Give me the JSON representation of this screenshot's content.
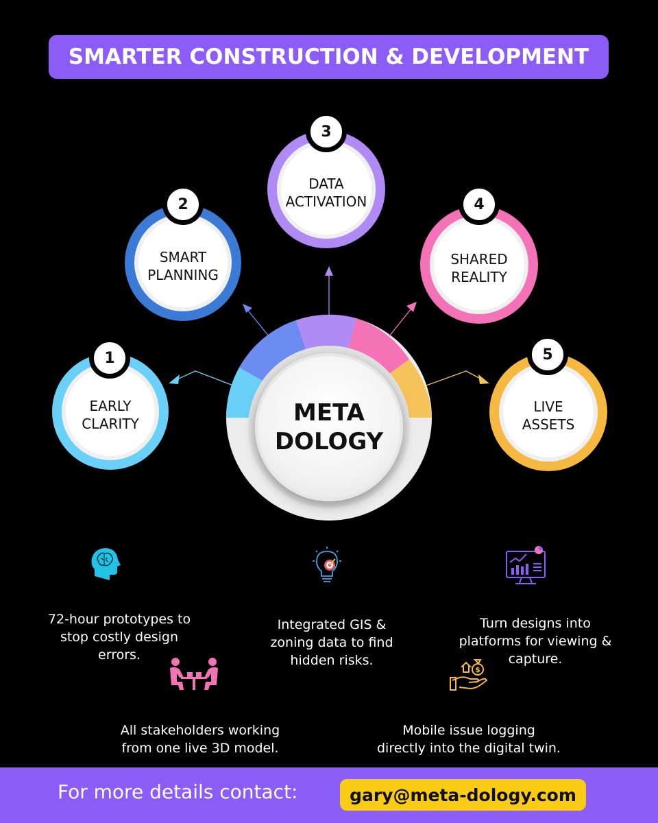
{
  "header": {
    "title": "SMARTER CONSTRUCTION & DEVELOPMENT"
  },
  "center": {
    "label": "META\nDOLOGY"
  },
  "colors": {
    "purple": "#8b5cf6",
    "cyan": "#6ad0f7",
    "blue": "#3b7bd6",
    "lavender": "#b08af5",
    "pink": "#f472b6",
    "gold": "#f5b942",
    "yellow": "#facc15"
  },
  "steps": [
    {
      "number": "1",
      "label": "EARLY\nCLARITY",
      "color": "#6ad0f7"
    },
    {
      "number": "2",
      "label": "SMART\nPLANNING",
      "color": "#3b7bd6"
    },
    {
      "number": "3",
      "label": "DATA\nACTIVATION",
      "color": "#b08af5"
    },
    {
      "number": "4",
      "label": "SHARED\nREALITY",
      "color": "#f472b6"
    },
    {
      "number": "5",
      "label": "LIVE\nASSETS",
      "color": "#f5b942"
    }
  ],
  "descriptions": [
    {
      "icon": "brain-head-icon",
      "text": "72-hour prototypes to\nstop costly design\nerrors."
    },
    {
      "icon": "bulb-target-icon",
      "text": "Integrated GIS &\nzoning data to find\nhidden risks."
    },
    {
      "icon": "dashboard-monitor-icon",
      "text": "Turn designs into\nplatforms for viewing &\ncapture."
    },
    {
      "icon": "meeting-people-icon",
      "text": "All stakeholders working\nfrom one live 3D model."
    },
    {
      "icon": "hand-money-icon",
      "text": "Mobile issue logging\ndirectly into the digital twin."
    }
  ],
  "footer": {
    "text": "For more details contact:",
    "email": "gary@meta-dology.com"
  }
}
